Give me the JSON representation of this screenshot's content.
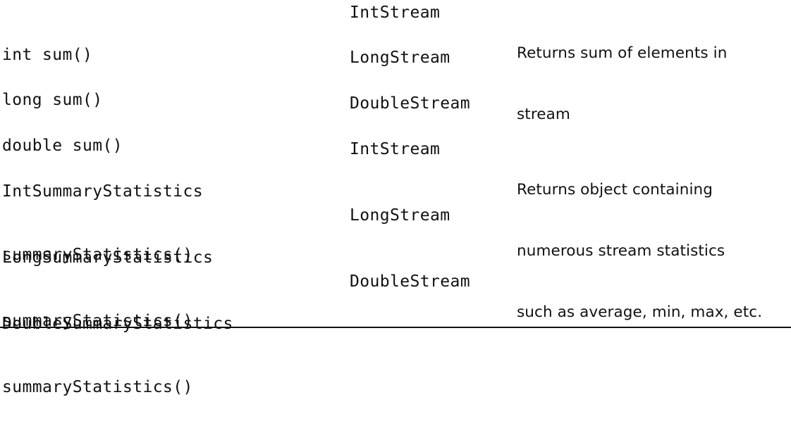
{
  "rows": [
    {
      "signature": [
        "int sum()"
      ],
      "stream_type": "IntStream",
      "description": [
        "Returns sum of elements in",
        "stream"
      ]
    },
    {
      "signature": [
        "long sum()"
      ],
      "stream_type": "LongStream",
      "description": []
    },
    {
      "signature": [
        "double sum()"
      ],
      "stream_type": "DoubleStream",
      "description": []
    },
    {
      "signature": [
        "IntSummaryStatistics",
        "summaryStatistics()"
      ],
      "stream_type": "IntStream",
      "description": [
        "Returns object containing",
        "numerous stream statistics",
        "such as average, min, max, etc."
      ]
    },
    {
      "signature": [
        "LongSummaryStatistics",
        "summaryStatistics()"
      ],
      "stream_type": "LongStream",
      "description": []
    },
    {
      "signature": [
        "DoubleSummaryStatistics",
        "summaryStatistics()"
      ],
      "stream_type": "DoubleStream",
      "description": []
    }
  ]
}
